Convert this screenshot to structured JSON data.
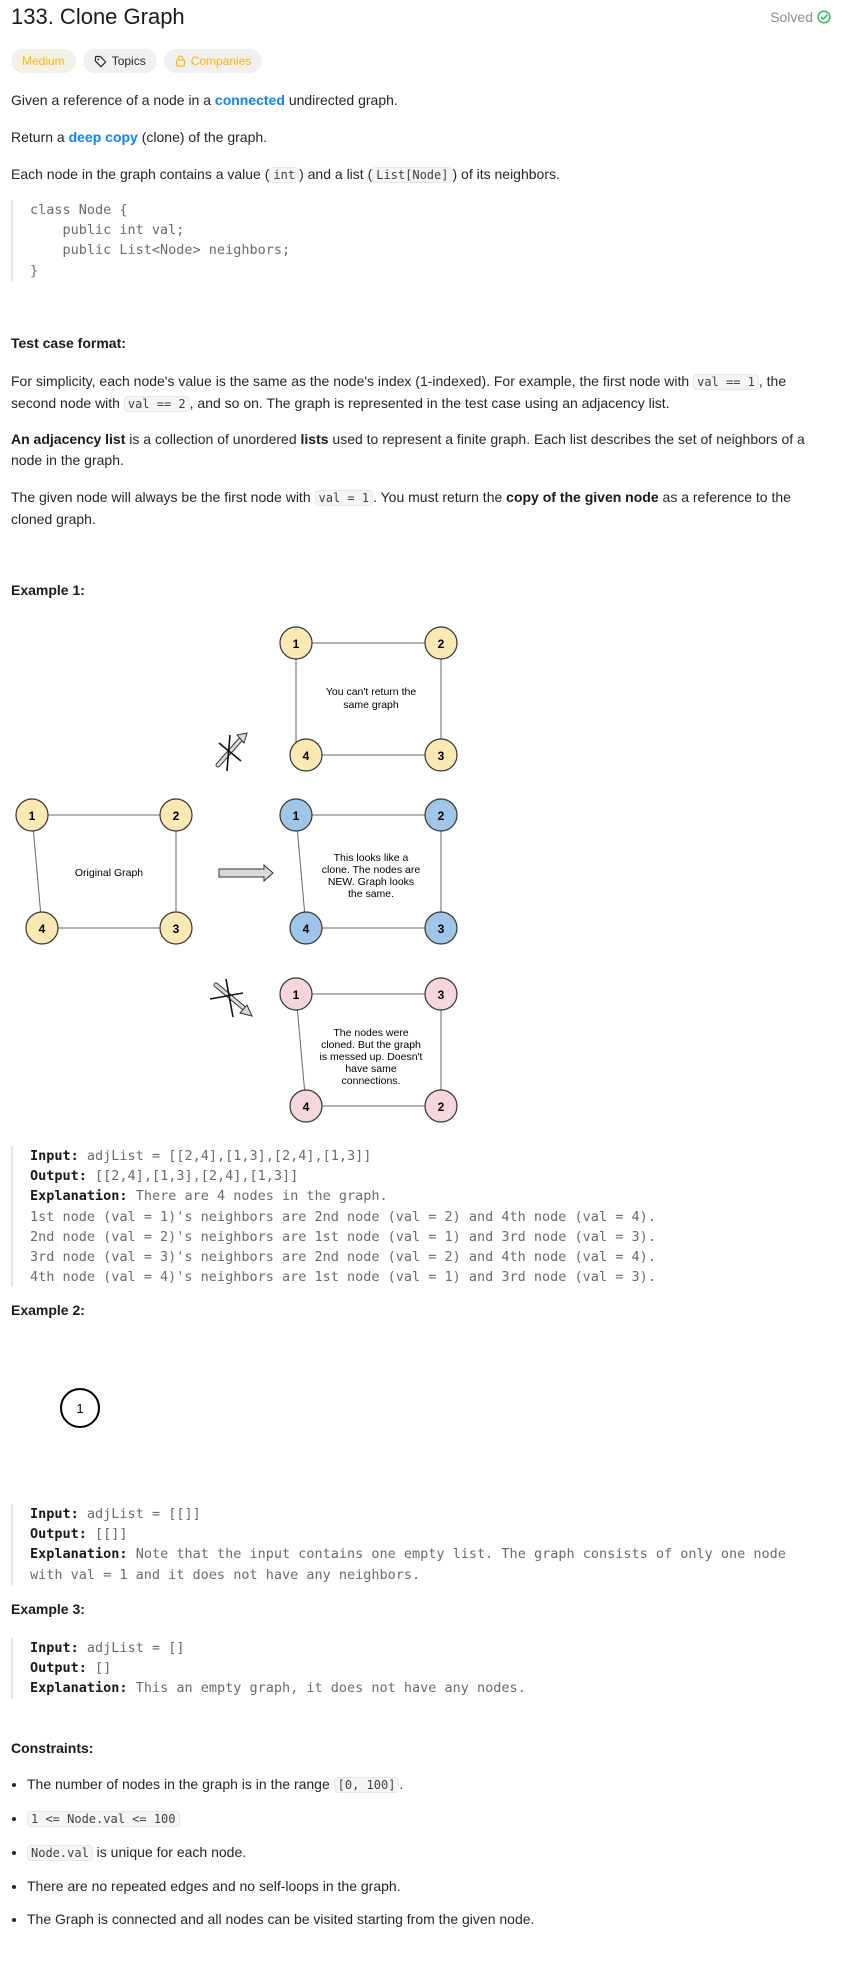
{
  "header": {
    "title": "133. Clone Graph",
    "status": "Solved"
  },
  "tags": {
    "difficulty": "Medium",
    "topics": "Topics",
    "companies": "Companies"
  },
  "description": {
    "p1_pre": "Given a reference of a node in a ",
    "p1_link": "connected",
    "p1_post": " undirected graph.",
    "p2_pre": "Return a ",
    "p2_link": "deep copy",
    "p2_post": " (clone) of the graph.",
    "p3_a": "Each node in the graph contains a value (",
    "p3_code1": "int",
    "p3_b": ") and a list (",
    "p3_code2": "List[Node]",
    "p3_c": ") of its neighbors.",
    "code_block": "class Node {\n    public int val;\n    public List<Node> neighbors;\n}"
  },
  "format": {
    "heading": "Test case format:",
    "p1_a": "For simplicity, each node's value is the same as the node's index (1-indexed). For example, the first node with ",
    "p1_code1": "val == 1",
    "p1_b": ", the second node with ",
    "p1_code2": "val == 2",
    "p1_c": ", and so on. The graph is represented in the test case using an adjacency list.",
    "p2_bold1": "An adjacency list",
    "p2_a": " is a collection of unordered ",
    "p2_bold2": "lists",
    "p2_b": " used to represent a finite graph. Each list describes the set of neighbors of a node in the graph.",
    "p3_a": "The given node will always be the first node with ",
    "p3_code": "val = 1",
    "p3_b": ". You must return the ",
    "p3_bold": "copy of the given node",
    "p3_c": " as a reference to the cloned graph."
  },
  "example1": {
    "heading": "Example 1:",
    "figure": {
      "top_caption_l1": "You can't return the",
      "top_caption_l2": "same graph",
      "orig_caption": "Original Graph",
      "mid_caption_l1": "This looks like a",
      "mid_caption_l2": "clone. The nodes are",
      "mid_caption_l3": "NEW. Graph looks",
      "mid_caption_l4": "the same.",
      "bot_caption_l1": "The nodes were",
      "bot_caption_l2": "cloned. But the graph",
      "bot_caption_l3": "is messed up. Doesn't",
      "bot_caption_l4": "have same",
      "bot_caption_l5": "connections.",
      "top_nodes": [
        "1",
        "2",
        "4",
        "3"
      ],
      "orig_nodes": [
        "1",
        "2",
        "4",
        "3"
      ],
      "mid_nodes": [
        "1",
        "2",
        "4",
        "3"
      ],
      "bot_nodes": [
        "1",
        "3",
        "4",
        "2"
      ]
    },
    "input_label": "Input:",
    "input": "adjList = [[2,4],[1,3],[2,4],[1,3]]",
    "output_label": "Output:",
    "output": "[[2,4],[1,3],[2,4],[1,3]]",
    "explanation_label": "Explanation:",
    "explanation": "There are 4 nodes in the graph.",
    "line1": "1st node (val = 1)'s neighbors are 2nd node (val = 2) and 4th node (val = 4).",
    "line2": "2nd node (val = 2)'s neighbors are 1st node (val = 1) and 3rd node (val = 3).",
    "line3": "3rd node (val = 3)'s neighbors are 2nd node (val = 2) and 4th node (val = 4).",
    "line4": "4th node (val = 4)'s neighbors are 1st node (val = 1) and 3rd node (val = 3)."
  },
  "example2": {
    "heading": "Example 2:",
    "node": "1",
    "input_label": "Input:",
    "input": "adjList = [[]]",
    "output_label": "Output:",
    "output": "[[]]",
    "explanation_label": "Explanation:",
    "explanation_l1": "Note that the input contains one empty list. The graph consists of only one node",
    "explanation_l2": "with val = 1 and it does not have any neighbors."
  },
  "example3": {
    "heading": "Example 3:",
    "input_label": "Input:",
    "input": "adjList = []",
    "output_label": "Output:",
    "output": "[]",
    "explanation_label": "Explanation:",
    "explanation": "This an empty graph, it does not have any nodes."
  },
  "constraints": {
    "heading": "Constraints:",
    "c1_a": "The number of nodes in the graph is in the range ",
    "c1_code": "[0, 100]",
    "c1_b": ".",
    "c2_code": "1 <= Node.val <= 100",
    "c3_code": "Node.val",
    "c3_b": " is unique for each node.",
    "c4": "There are no repeated edges and no self-loops in the graph.",
    "c5": "The Graph is connected and all nodes can be visited starting from the given node."
  },
  "colors": {
    "accent_link": "#0a84ff",
    "solved_green": "#2cbb5d",
    "medium": "#ffb800",
    "node_yellow": "#fce8b2",
    "node_blue": "#9fc5e8",
    "node_pink": "#f4d6dc"
  }
}
